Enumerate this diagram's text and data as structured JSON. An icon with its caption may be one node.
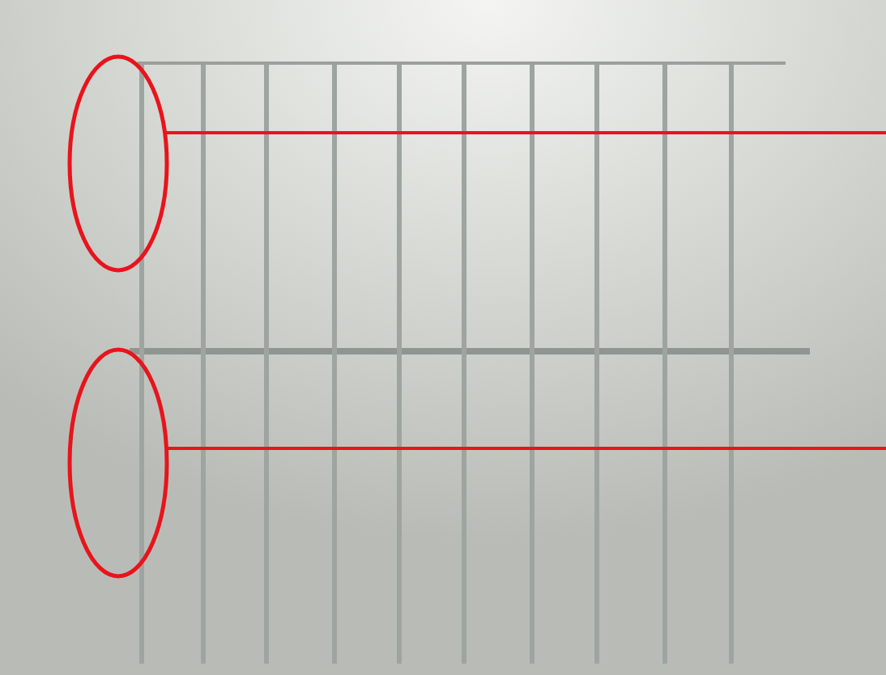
{
  "diagram": {
    "nodes": [
      {
        "text": [],
        "shape": "ellipse"
      },
      {
        "text": [],
        "shape": "ellipse"
      }
    ],
    "edges": [
      {
        "from": 0,
        "to": null,
        "arrow": "none"
      },
      {
        "from": 1,
        "to": null,
        "arrow": "none"
      }
    ]
  }
}
